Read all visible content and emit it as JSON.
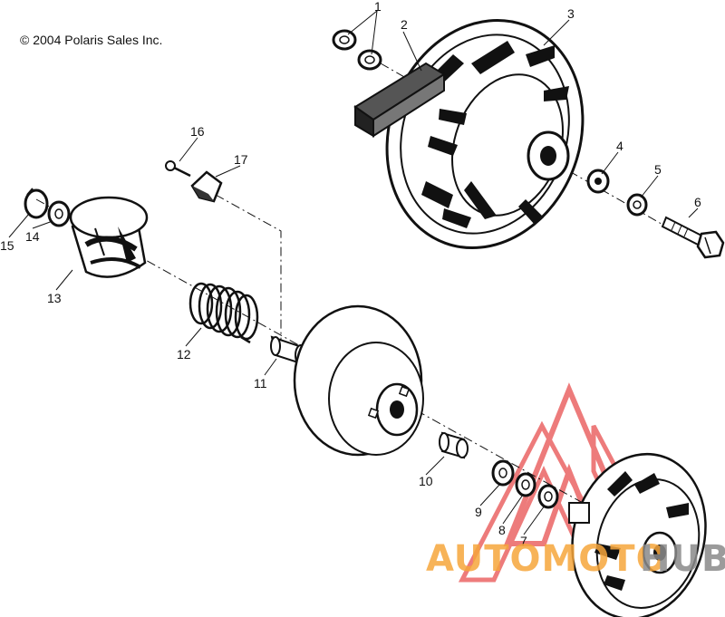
{
  "copyright": "© 2004 Polaris Sales Inc.",
  "callouts": {
    "p1": "1",
    "p2": "2",
    "p3": "3",
    "p4": "4",
    "p5": "5",
    "p6": "6",
    "p7": "7",
    "p8": "8",
    "p9": "9",
    "p10": "10",
    "p11": "11",
    "p12": "12",
    "p13": "13",
    "p14": "14",
    "p15": "15",
    "p16": "16",
    "p17": "17"
  },
  "watermark": {
    "part1": "AUTOMOTO",
    "part2": "HUB"
  },
  "colors": {
    "ink": "#111111",
    "wm_orange": "#f6a63c",
    "wm_red": "#e85050",
    "wm_gray": "#8a8a8a"
  }
}
